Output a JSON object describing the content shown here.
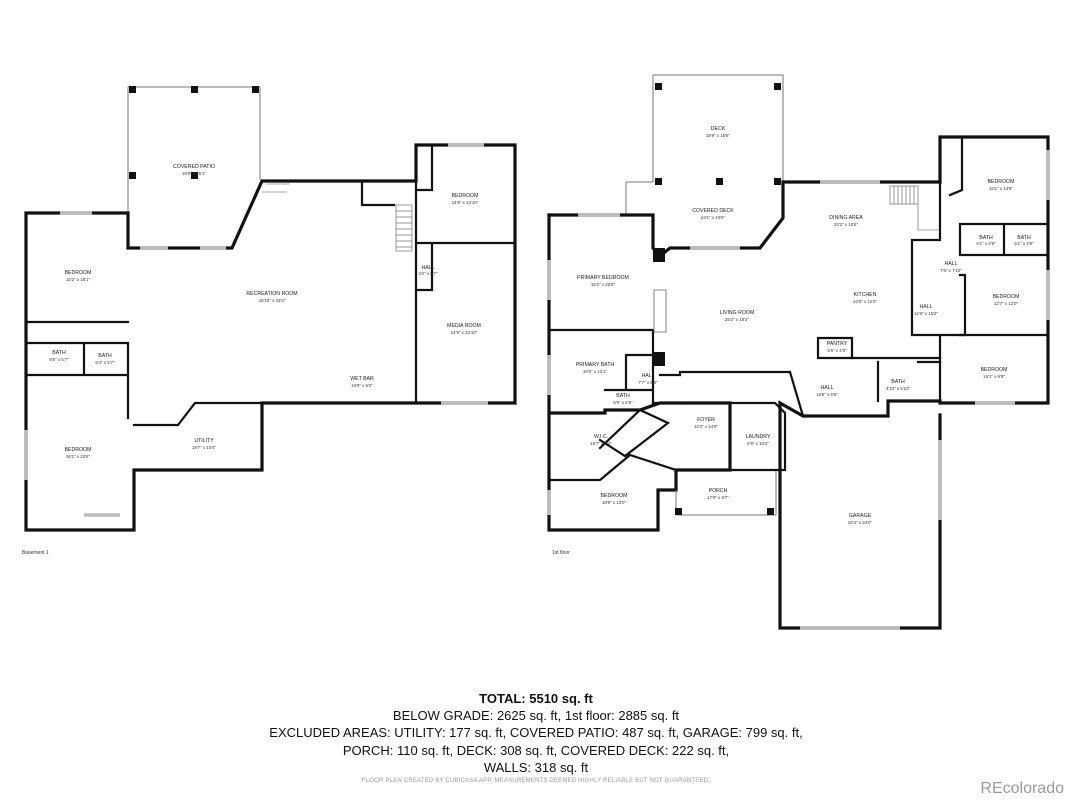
{
  "floors": [
    {
      "label": "Basement 1",
      "rooms": [
        {
          "name": "COVERED PATIO",
          "dims": "19'9\" x 25'1\""
        },
        {
          "name": "BEDROOM",
          "dims": "15'2\" x 18'1\""
        },
        {
          "name": "BEDROOM",
          "dims": "14'9\" x 14'10\""
        },
        {
          "name": "HALL",
          "dims": "3'2\" x 6'7\""
        },
        {
          "name": "RECREATION ROOM",
          "dims": "43'10\" x 33'3\""
        },
        {
          "name": "MEDIA ROOM",
          "dims": "14'9\" x 23'10\""
        },
        {
          "name": "BATH",
          "dims": "8'6\" x 5'7\""
        },
        {
          "name": "BATH",
          "dims": "6'4\" x 5'7\""
        },
        {
          "name": "WET BAR",
          "dims": "16'9\" x 6'3\""
        },
        {
          "name": "BEDROOM",
          "dims": "16'1\" x 23'6\""
        },
        {
          "name": "UTILITY",
          "dims": "19'7\" x 10'4\""
        }
      ]
    },
    {
      "label": "1st floor",
      "rooms": [
        {
          "name": "DECK",
          "dims": "19'9\" x 15'6\""
        },
        {
          "name": "COVERED DECK",
          "dims": "24'1\" x 10'6\""
        },
        {
          "name": "DINING AREA",
          "dims": "23'2\" x 10'6\""
        },
        {
          "name": "BEDROOM",
          "dims": "16'1\" x 14'9\""
        },
        {
          "name": "PRIMARY BEDROOM",
          "dims": "15'2\" x 20'8\""
        },
        {
          "name": "BATH",
          "dims": "6'1\" x 4'9\""
        },
        {
          "name": "BATH",
          "dims": "6'1\" x 4'9\""
        },
        {
          "name": "HALL",
          "dims": "7'6\" x 7'10\""
        },
        {
          "name": "KITCHEN",
          "dims": "14'9\" x 12'2\""
        },
        {
          "name": "BEDROOM",
          "dims": "12'7\" x 12'0\""
        },
        {
          "name": "LIVING ROOM",
          "dims": "25'2\" x 18'2\""
        },
        {
          "name": "HALL",
          "dims": "12'6\" x 15'2\""
        },
        {
          "name": "PANTRY",
          "dims": "5'6\" x 4'0\""
        },
        {
          "name": "PRIMARY BATH",
          "dims": "10'6\" x 12'1\""
        },
        {
          "name": "HALL",
          "dims": "7'7\" x 6'3\""
        },
        {
          "name": "BEDROOM",
          "dims": "16'1\" x 9'8\""
        },
        {
          "name": "BATH",
          "dims": "4'10\" x 5'10\""
        },
        {
          "name": "HALL",
          "dims": "16'8\" x 6'8\""
        },
        {
          "name": "BATH",
          "dims": "5'9\" x 5'8\""
        },
        {
          "name": "FOYER",
          "dims": "14'3\" x 14'9\""
        },
        {
          "name": "W.I.C.",
          "dims": "18'7\" x 8'4\""
        },
        {
          "name": "LAUNDRY",
          "dims": "8'9\" x 10'4\""
        },
        {
          "name": "BEDROOM",
          "dims": "18'9\" x 13'0\""
        },
        {
          "name": "PORCH",
          "dims": "17'9\" x 6'7\""
        },
        {
          "name": "GARAGE",
          "dims": "24'4\" x 34'0\""
        }
      ]
    }
  ],
  "summary": {
    "total": "TOTAL: 5510 sq. ft",
    "line1": "BELOW GRADE: 2625 sq. ft, 1st floor: 2885 sq. ft",
    "line2": "EXCLUDED AREAS: UTILITY: 177 sq. ft, COVERED PATIO: 487 sq. ft, GARAGE: 799 sq. ft,",
    "line3": "PORCH: 110 sq. ft, DECK: 308 sq. ft, COVERED DECK: 222 sq. ft,",
    "line4": "WALLS: 318 sq. ft"
  },
  "disclaimer": "FLOOR PLAN CREATED BY CUBICASA APP. MEASUREMENTS DEEMED HIGHLY RELIABLE BUT NOT GUARANTEED.",
  "watermark": "REcolorado"
}
